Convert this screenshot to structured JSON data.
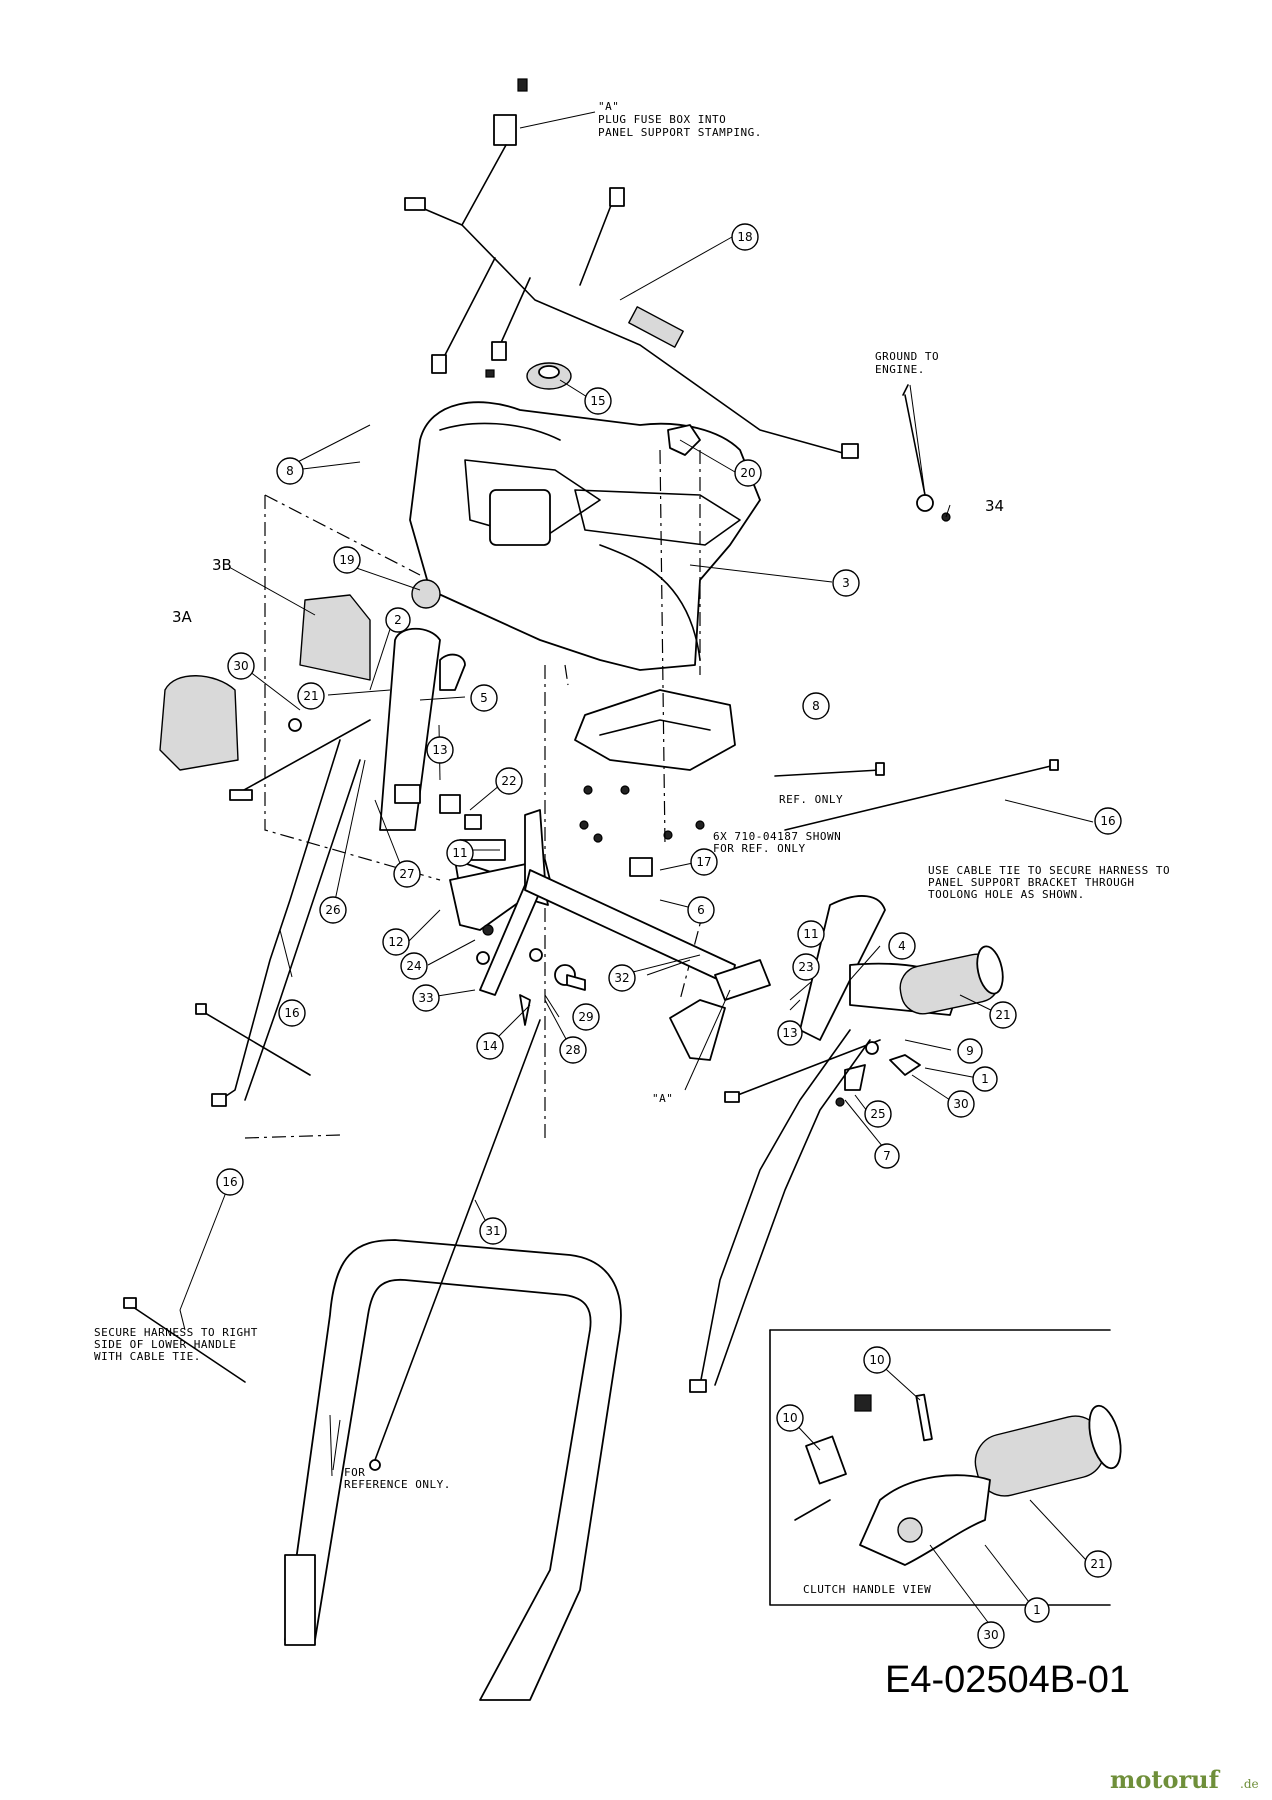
{
  "diagram_code": "E4-02504B-01",
  "watermark": {
    "brand": "motoruf",
    "tld": ".de"
  },
  "notes": {
    "plug_fuse": [
      "\"A\"",
      "PLUG FUSE BOX INTO",
      "PANEL SUPPORT STAMPING."
    ],
    "ground": [
      "GROUND TO",
      "ENGINE."
    ],
    "ref_only": "REF. ONLY",
    "shown_for_ref": [
      "6X 710-04187 SHOWN",
      "FOR REF. ONLY"
    ],
    "cable_tie": [
      "USE CABLE TIE TO SECURE HARNESS TO",
      "PANEL SUPPORT BRACKET THROUGH",
      "TOOLONG HOLE AS SHOWN."
    ],
    "point_a": "\"A\"",
    "secure_harness": [
      "SECURE HARNESS TO RIGHT",
      "SIDE OF LOWER HANDLE",
      "WITH CABLE TIE."
    ],
    "for_reference": [
      "FOR",
      "REFERENCE ONLY."
    ],
    "inset_title": "CLUTCH HANDLE VIEW"
  },
  "plain_labels": {
    "p34": "34",
    "p3a": "3A",
    "p3b": "3B"
  },
  "callouts": {
    "c18": "18",
    "c15": "15",
    "c20": "20",
    "c8a": "8",
    "c8b": "8",
    "c19": "19",
    "c3": "3",
    "c2": "2",
    "c30a": "30",
    "c21a": "21",
    "c5": "5",
    "c13a": "13",
    "c22": "22",
    "c11a": "11",
    "c27": "27",
    "c26": "26",
    "c17": "17",
    "c16a": "16",
    "c6": "6",
    "c12": "12",
    "c24": "24",
    "c11b": "11",
    "c4": "4",
    "c23": "23",
    "c32": "32",
    "c33": "33",
    "c29": "29",
    "c16b": "16",
    "c14": "14",
    "c28": "28",
    "c13b": "13",
    "c21b": "21",
    "c9": "9",
    "c1a": "1",
    "c30b": "30",
    "c25": "25",
    "c7": "7",
    "c16c": "16",
    "c31": "31",
    "c10a": "10",
    "c10b": "10",
    "c21c": "21",
    "c1b": "1",
    "c30c": "30"
  }
}
